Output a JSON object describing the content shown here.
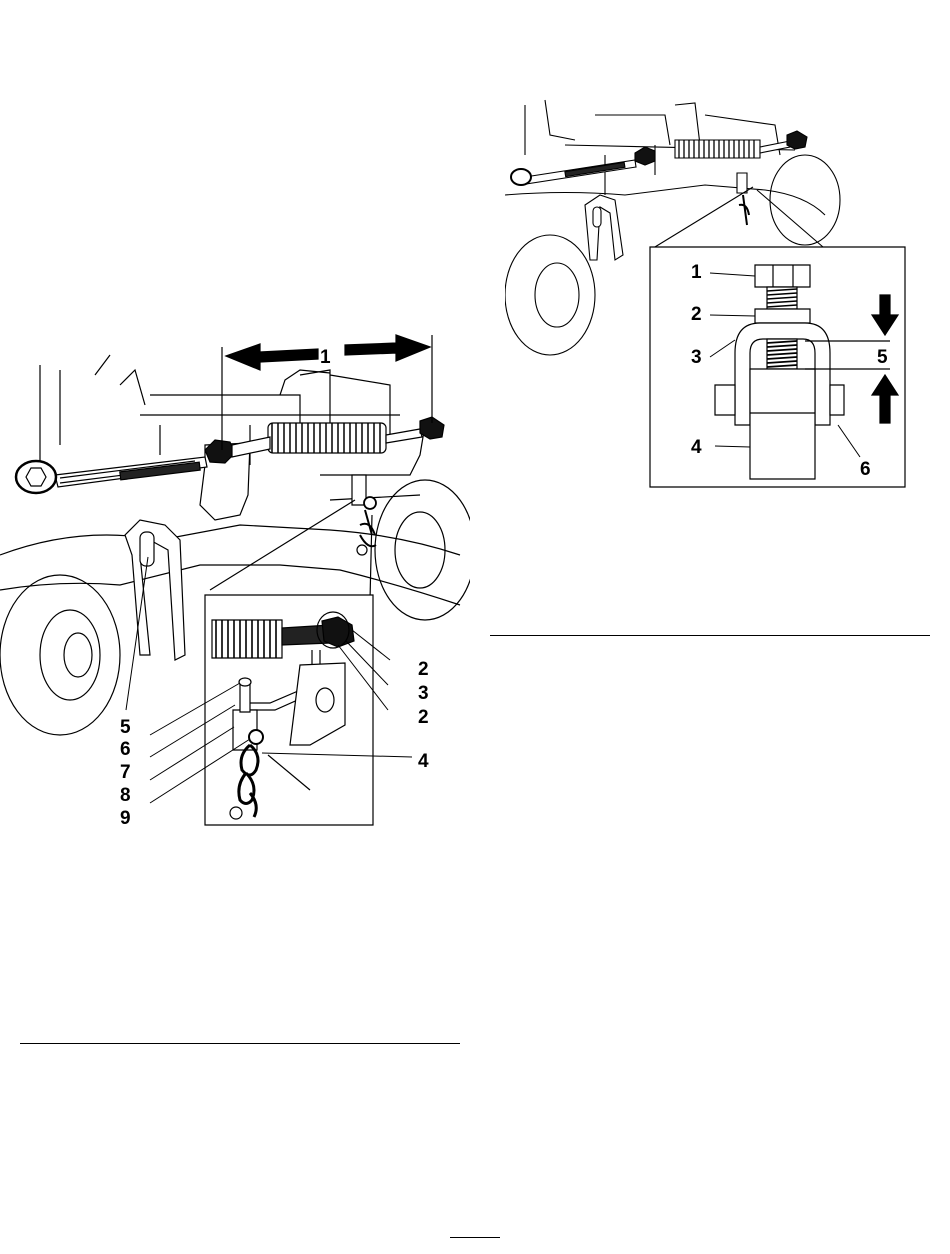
{
  "figure_left": {
    "dimension_label": "1",
    "callouts": {
      "c2a": "2",
      "c3": "3",
      "c2b": "2",
      "c4": "4",
      "c5": "5",
      "c6": "6",
      "c7": "7",
      "c8": "8",
      "c9": "9"
    }
  },
  "figure_right": {
    "callouts": {
      "c1": "1",
      "c2": "2",
      "c3": "3",
      "c4": "4",
      "c5": "5",
      "c6": "6"
    }
  }
}
